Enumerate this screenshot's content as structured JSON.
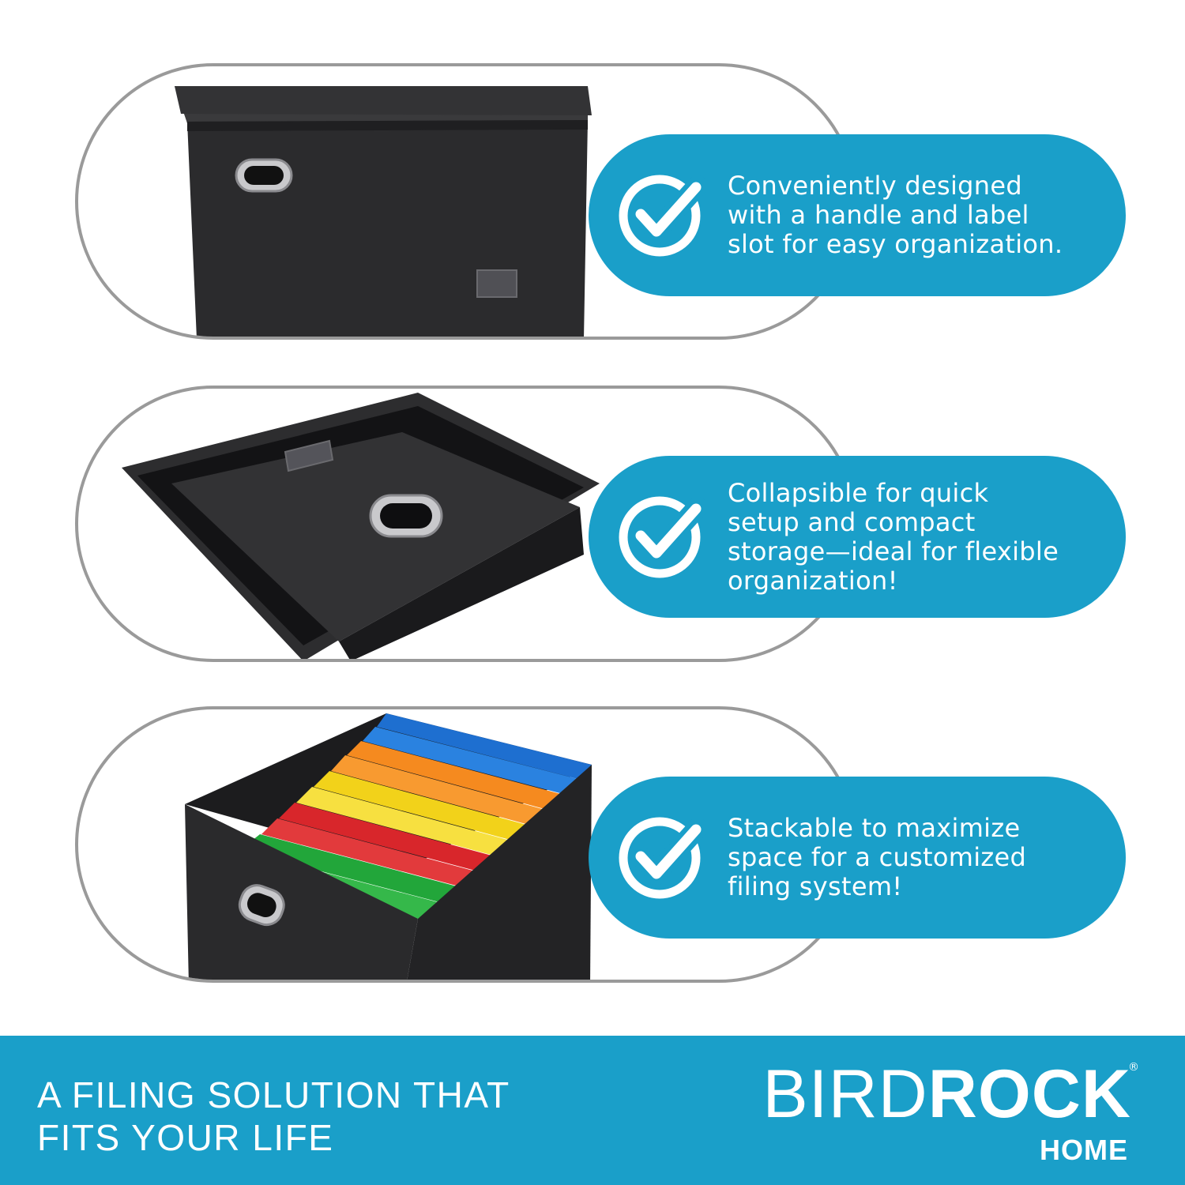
{
  "features": [
    {
      "text": "Conveniently designed\nwith a handle and label\nslot for easy organization.",
      "icon": "check-circle-icon"
    },
    {
      "text": "Collapsible for quick\nsetup and compact\nstorage—ideal for flexible\norganization!",
      "icon": "check-circle-icon"
    },
    {
      "text": "Stackable to maximize\nspace for a customized\nfiling system!",
      "icon": "check-circle-icon"
    }
  ],
  "footer": {
    "tagline": "A FILING SOLUTION THAT\nFITS YOUR LIFE",
    "brand": {
      "light": "BIRD",
      "bold": "ROCK",
      "registered": "®",
      "sub": "HOME"
    }
  },
  "colors": {
    "accent": "#1a9fc9",
    "outline": "#9a9a9a",
    "fabric": "#2b2b2d"
  },
  "folder_colors": [
    "#22a63a",
    "#d8262b",
    "#f2d21a",
    "#f58a1f",
    "#1e6fd0"
  ]
}
